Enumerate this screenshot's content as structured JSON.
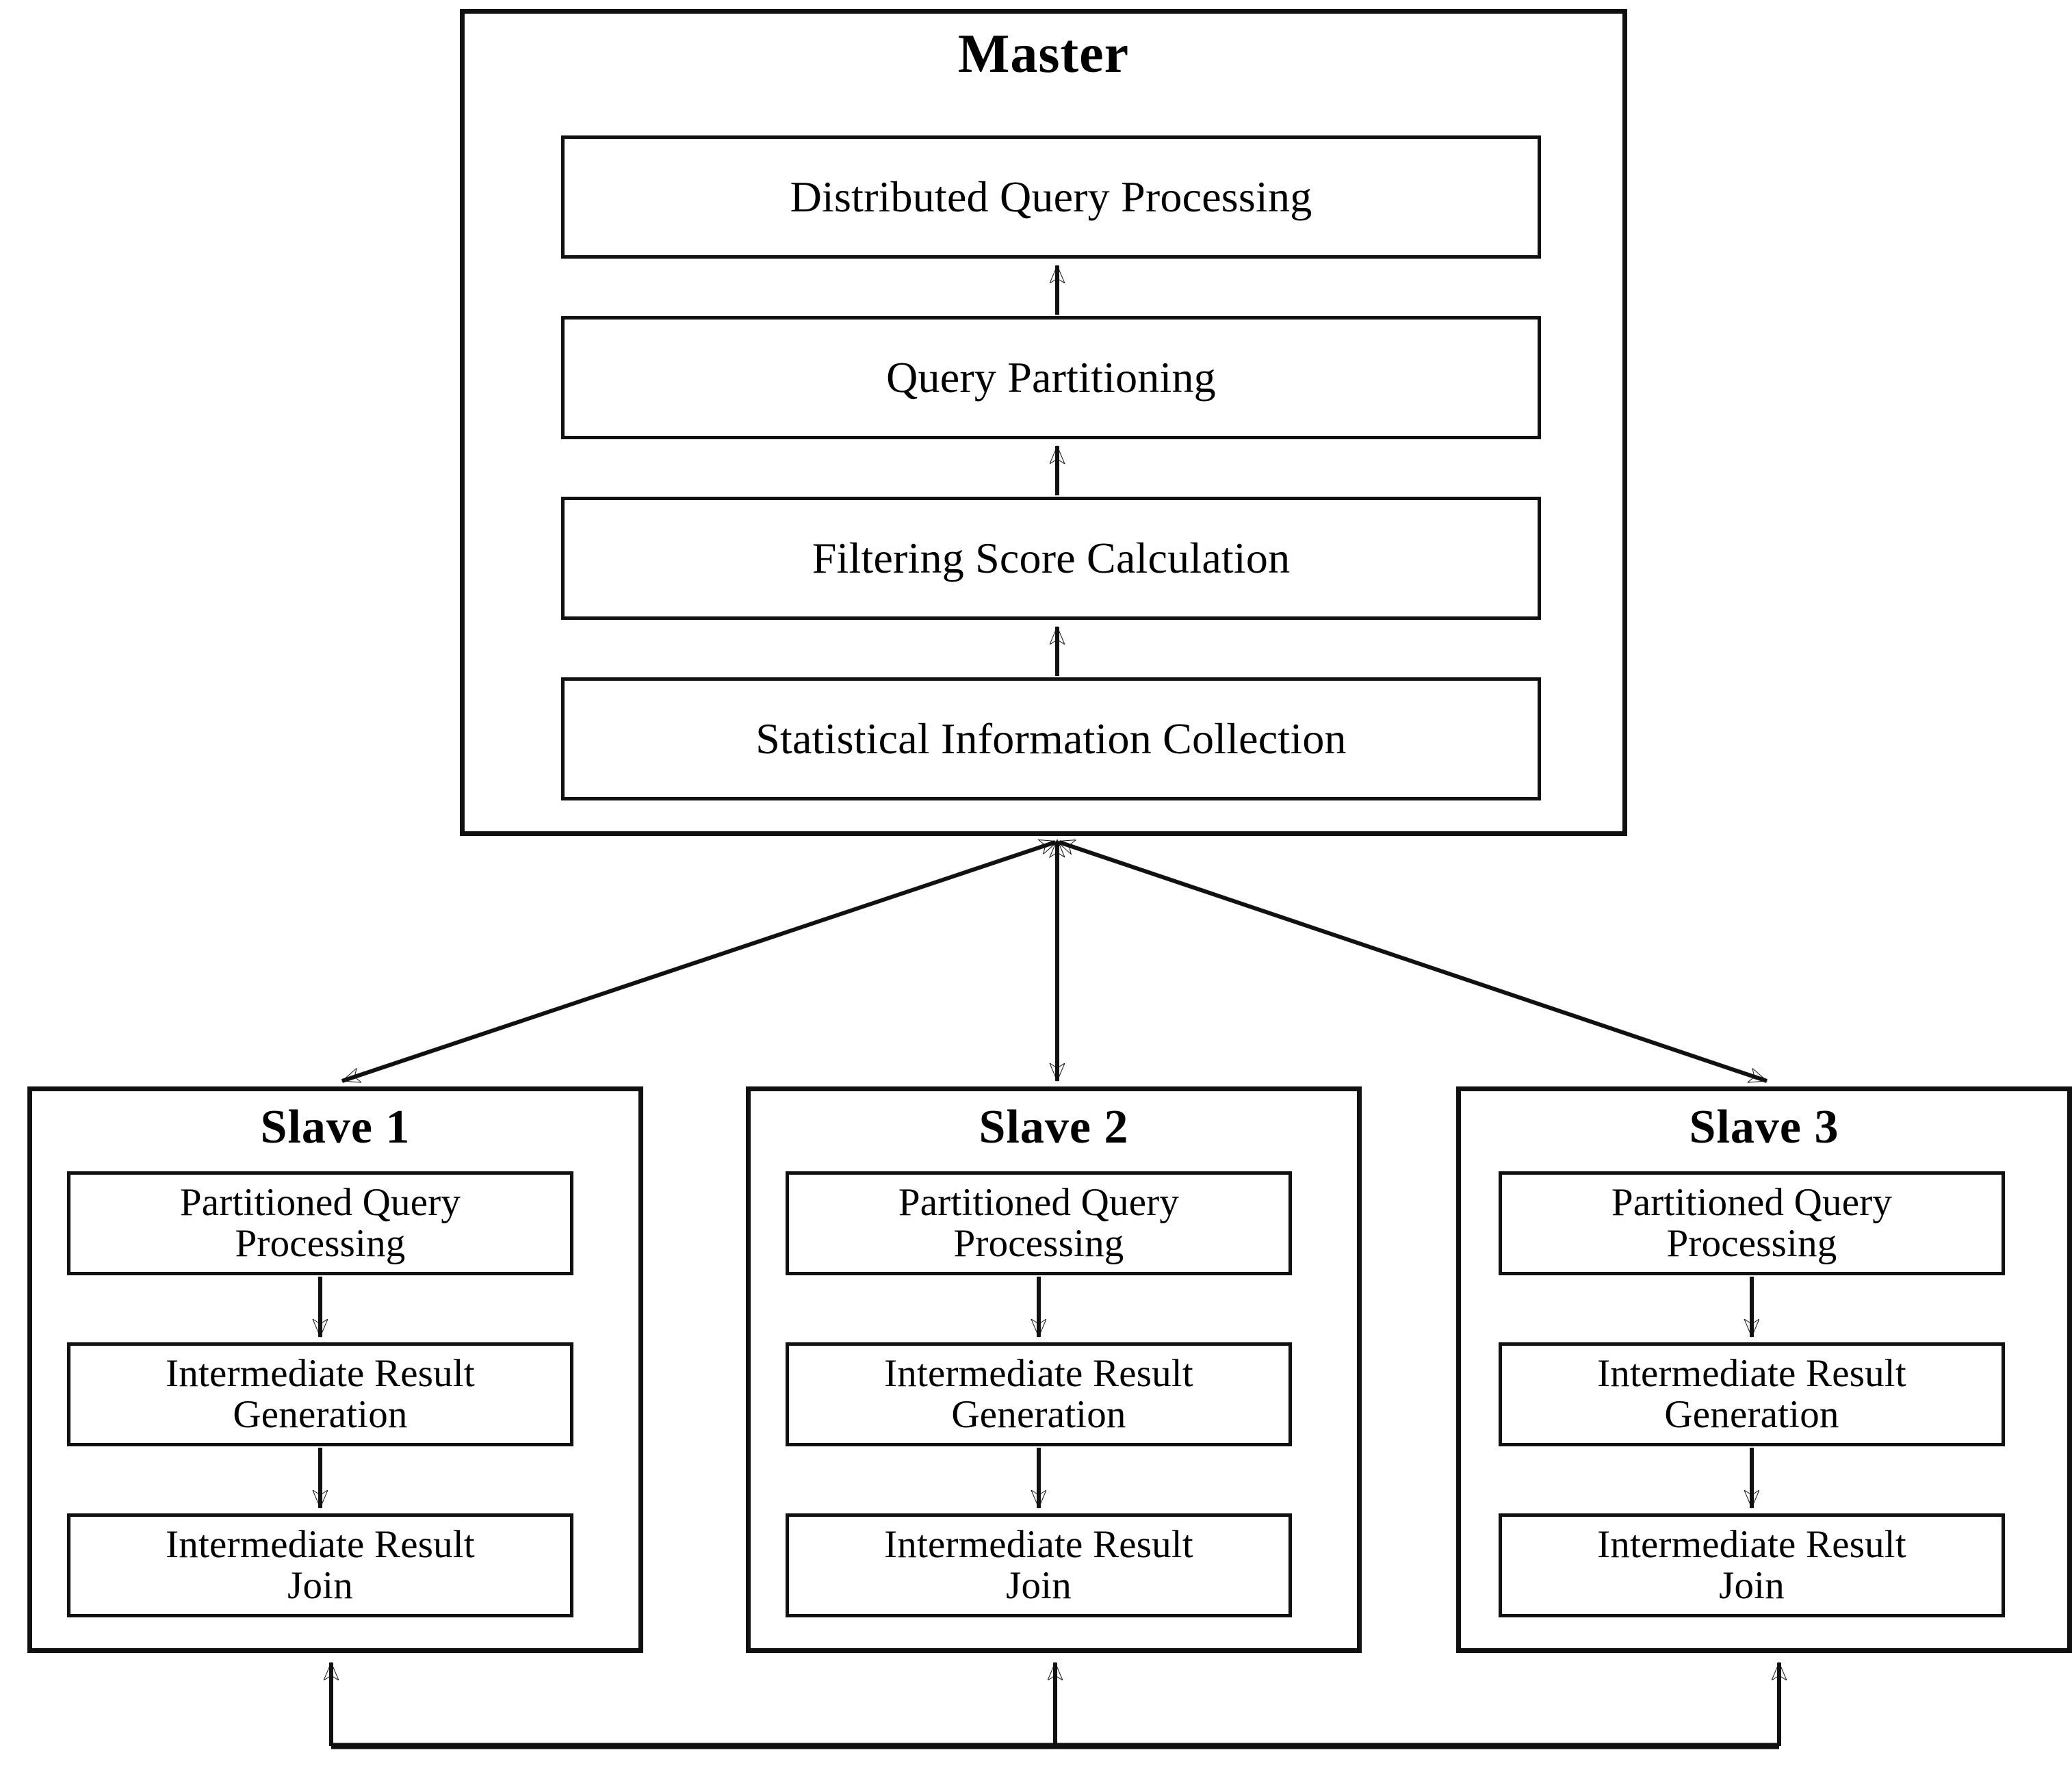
{
  "diagram": {
    "title_master": "Master",
    "master": {
      "label": "Master",
      "modules": [
        {
          "id": "distributed-query-processing",
          "label": "Distributed Query Processing"
        },
        {
          "id": "query-partitioning",
          "label": "Query Partitioning"
        },
        {
          "id": "filtering-score-calculation",
          "label": "Filtering Score Calculation"
        },
        {
          "id": "statistical-information-collection",
          "label": "Statistical Information Collection"
        }
      ]
    },
    "slaves": [
      {
        "id": "slave-1",
        "label": "Slave 1",
        "modules": [
          {
            "id": "partitioned-query-processing",
            "line1": "Partitioned Query",
            "line2": "Processing"
          },
          {
            "id": "intermediate-result-generation",
            "line1": "Intermediate Result",
            "line2": "Generation"
          },
          {
            "id": "intermediate-result-join",
            "line1": "Intermediate Result",
            "line2": "Join"
          }
        ]
      },
      {
        "id": "slave-2",
        "label": "Slave 2",
        "modules": [
          {
            "id": "partitioned-query-processing",
            "line1": "Partitioned Query",
            "line2": "Processing"
          },
          {
            "id": "intermediate-result-generation",
            "line1": "Intermediate Result",
            "line2": "Generation"
          },
          {
            "id": "intermediate-result-join",
            "line1": "Intermediate Result",
            "line2": "Join"
          }
        ]
      },
      {
        "id": "slave-3",
        "label": "Slave 3",
        "modules": [
          {
            "id": "partitioned-query-processing",
            "line1": "Partitioned Query",
            "line2": "Processing"
          },
          {
            "id": "intermediate-result-generation",
            "line1": "Intermediate Result",
            "line2": "Generation"
          },
          {
            "id": "intermediate-result-join",
            "line1": "Intermediate Result",
            "line2": "Join"
          }
        ]
      }
    ],
    "connections": [
      {
        "id": "stat-to-filtering",
        "from": "statistical-information-collection",
        "to": "filtering-score-calculation",
        "style": "single-arrow-up"
      },
      {
        "id": "filtering-to-partitioning",
        "from": "filtering-score-calculation",
        "to": "query-partitioning",
        "style": "single-arrow-up"
      },
      {
        "id": "partitioning-to-distributed",
        "from": "query-partitioning",
        "to": "distributed-query-processing",
        "style": "single-arrow-up"
      },
      {
        "id": "master-to-slave-1",
        "from": "master",
        "to": "slave-1",
        "style": "double-arrow"
      },
      {
        "id": "master-to-slave-2",
        "from": "master",
        "to": "slave-2",
        "style": "double-arrow"
      },
      {
        "id": "master-to-slave-3",
        "from": "master",
        "to": "slave-3",
        "style": "double-arrow"
      },
      {
        "id": "slave-pq-to-irg",
        "from": "partitioned-query-processing",
        "to": "intermediate-result-generation",
        "style": "single-arrow-down"
      },
      {
        "id": "slave-irg-to-irj",
        "from": "intermediate-result-generation",
        "to": "intermediate-result-join",
        "style": "single-arrow-down"
      },
      {
        "id": "interconnect-bus",
        "from": "shared-bus",
        "to": "slaves",
        "style": "bus-arrow-up"
      }
    ],
    "colors": {
      "stroke": "#111111",
      "background": "#ffffff",
      "text": "#000000"
    }
  }
}
